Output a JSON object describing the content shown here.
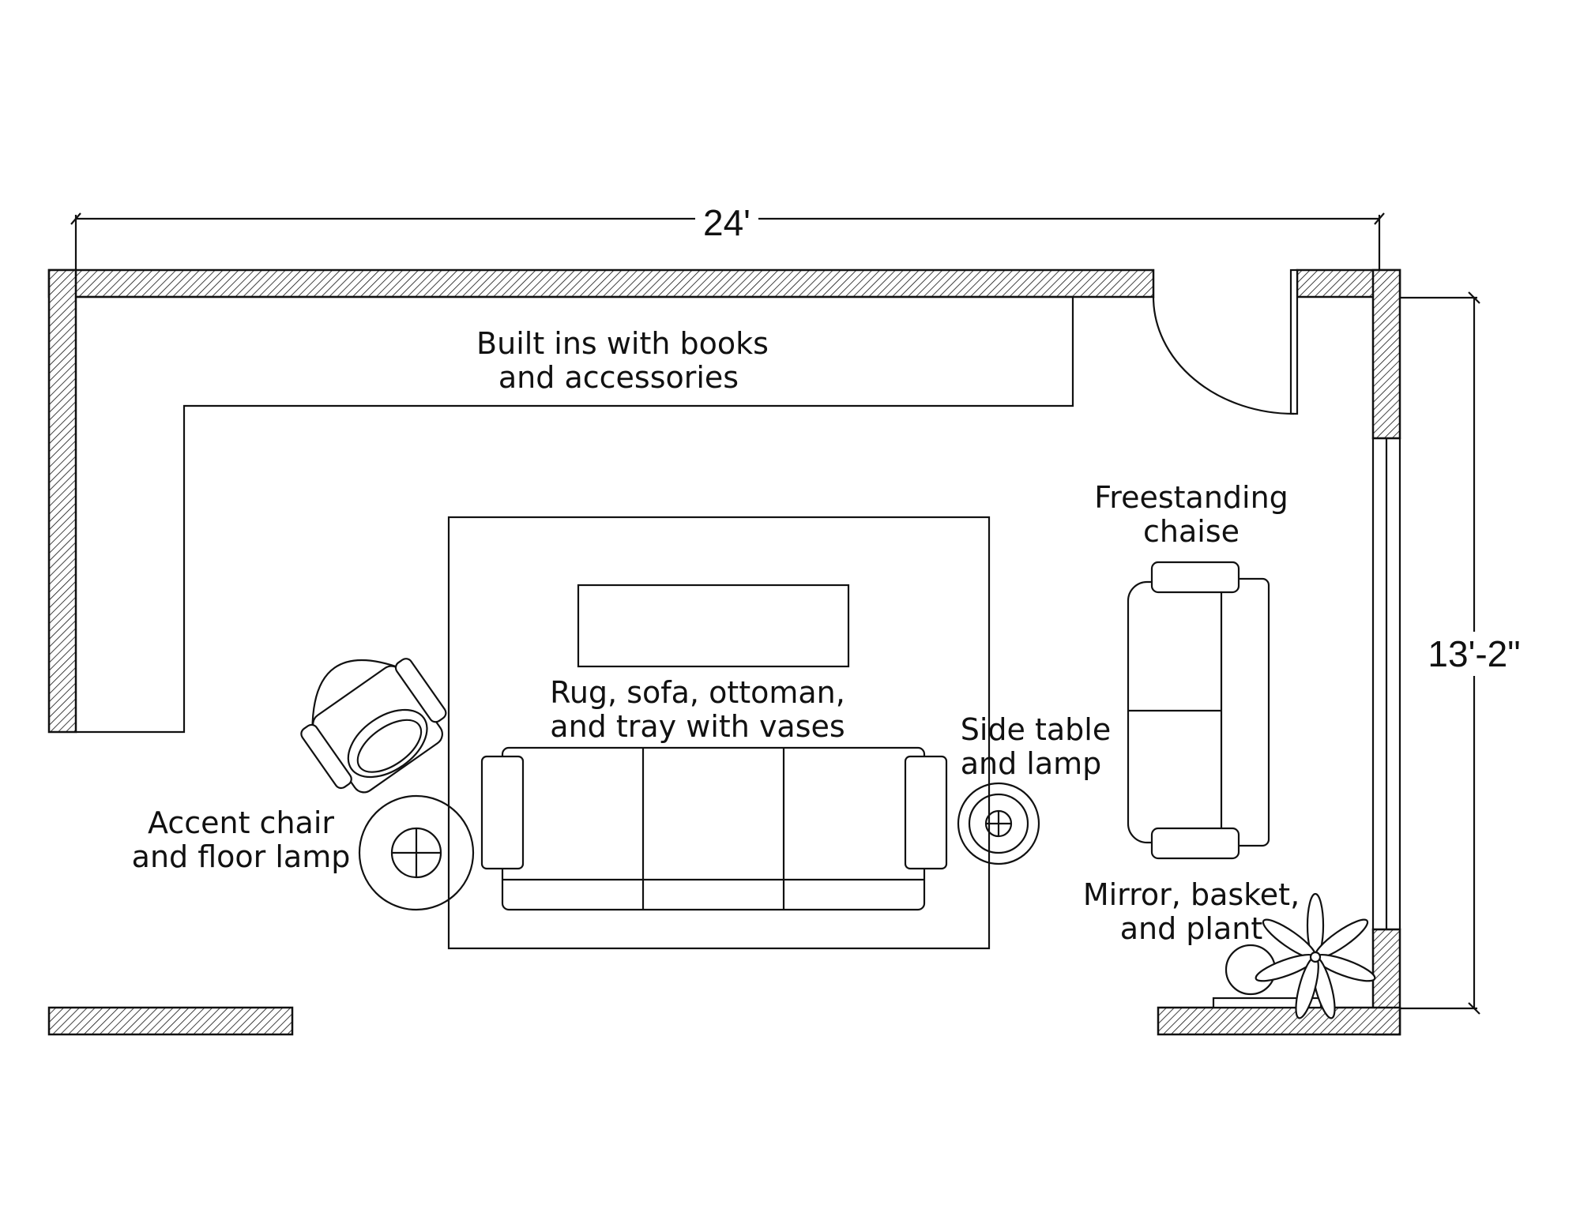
{
  "dimensions": {
    "width": "24'",
    "depth": "13'-2\""
  },
  "labels": {
    "built_ins": [
      "Built ins with books",
      "and accessories"
    ],
    "chaise": [
      "Freestanding",
      "chaise"
    ],
    "rug_group": [
      "Rug, sofa, ottoman,",
      "and tray with vases"
    ],
    "side_table": [
      "Side table",
      "and lamp"
    ],
    "accent_chair": [
      "Accent chair",
      "and floor lamp"
    ],
    "mirror": [
      "Mirror, basket,",
      "and plant"
    ]
  }
}
